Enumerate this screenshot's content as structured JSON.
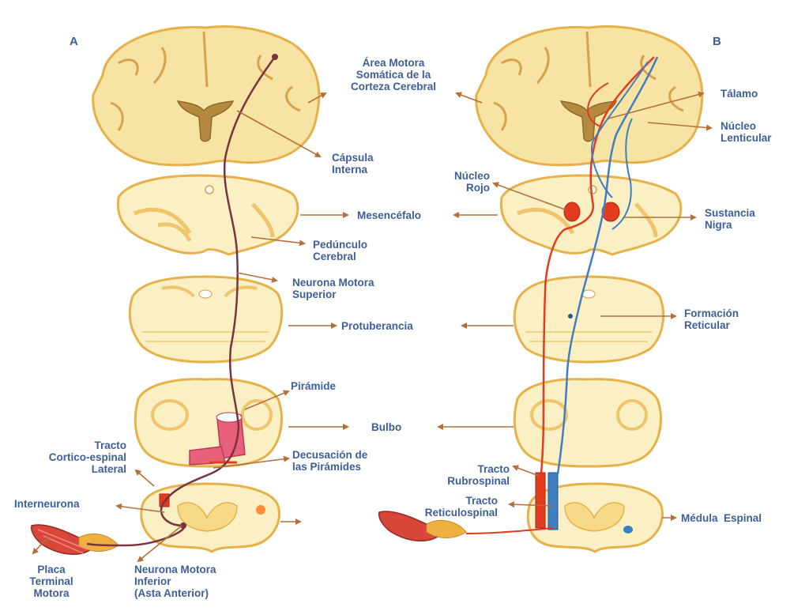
{
  "panels": {
    "a": "A",
    "b": "B"
  },
  "labels_a": {
    "area_motora": [
      "Área Motora",
      "Somática de la",
      "Corteza Cerebral"
    ],
    "capsula_interna": [
      "Cápsula",
      "Interna"
    ],
    "pedunculo": [
      "Pedúnculo",
      "Cerebral"
    ],
    "neurona_superior": [
      "Neurona Motora",
      "Superior"
    ],
    "piramide": "Pirámide",
    "tracto_cortico": [
      "Tracto",
      "Cortico-espinal",
      "Lateral"
    ],
    "decusacion": [
      "Decusación de",
      "las Pirámides"
    ],
    "interneurona": "Interneurona",
    "placa": [
      "Placa",
      "Terminal",
      "Motora"
    ],
    "neurona_inferior": [
      "Neurona Motora",
      "Inferior",
      "(Asta Anterior)"
    ]
  },
  "labels_center": {
    "mesencefalo": "Mesencéfalo",
    "protuberancia": "Protuberancia",
    "bulbo": "Bulbo"
  },
  "labels_b": {
    "talamo": "Tálamo",
    "nucleo_lenticular": [
      "Núcleo",
      "Lenticular"
    ],
    "nucleo_rojo": [
      "Núcleo",
      "Rojo"
    ],
    "sustancia_nigra": [
      "Sustancia",
      "Nigra"
    ],
    "formacion_reticular": [
      "Formación",
      "Reticular"
    ],
    "tracto_rubrospinal": [
      "Tracto",
      "Rubrospinal"
    ],
    "tracto_reticulospinal": [
      "Tracto",
      "Reticulospinal"
    ],
    "medula_espinal": "Médula  Espinal"
  },
  "colors": {
    "tissue": "#f7e3a3",
    "tissue_light": "#fbf0c4",
    "tissue_edge": "#e7b14a",
    "ventricle": "#b58a3e",
    "corticospinal_tract": "#7a3340",
    "rubrospinal_tract": "#e23b1f",
    "reticulospinal_tract": "#3f7fc1",
    "pyramid": "#e8607a",
    "arrow": "#b5703a",
    "label": "#3d5f96"
  }
}
